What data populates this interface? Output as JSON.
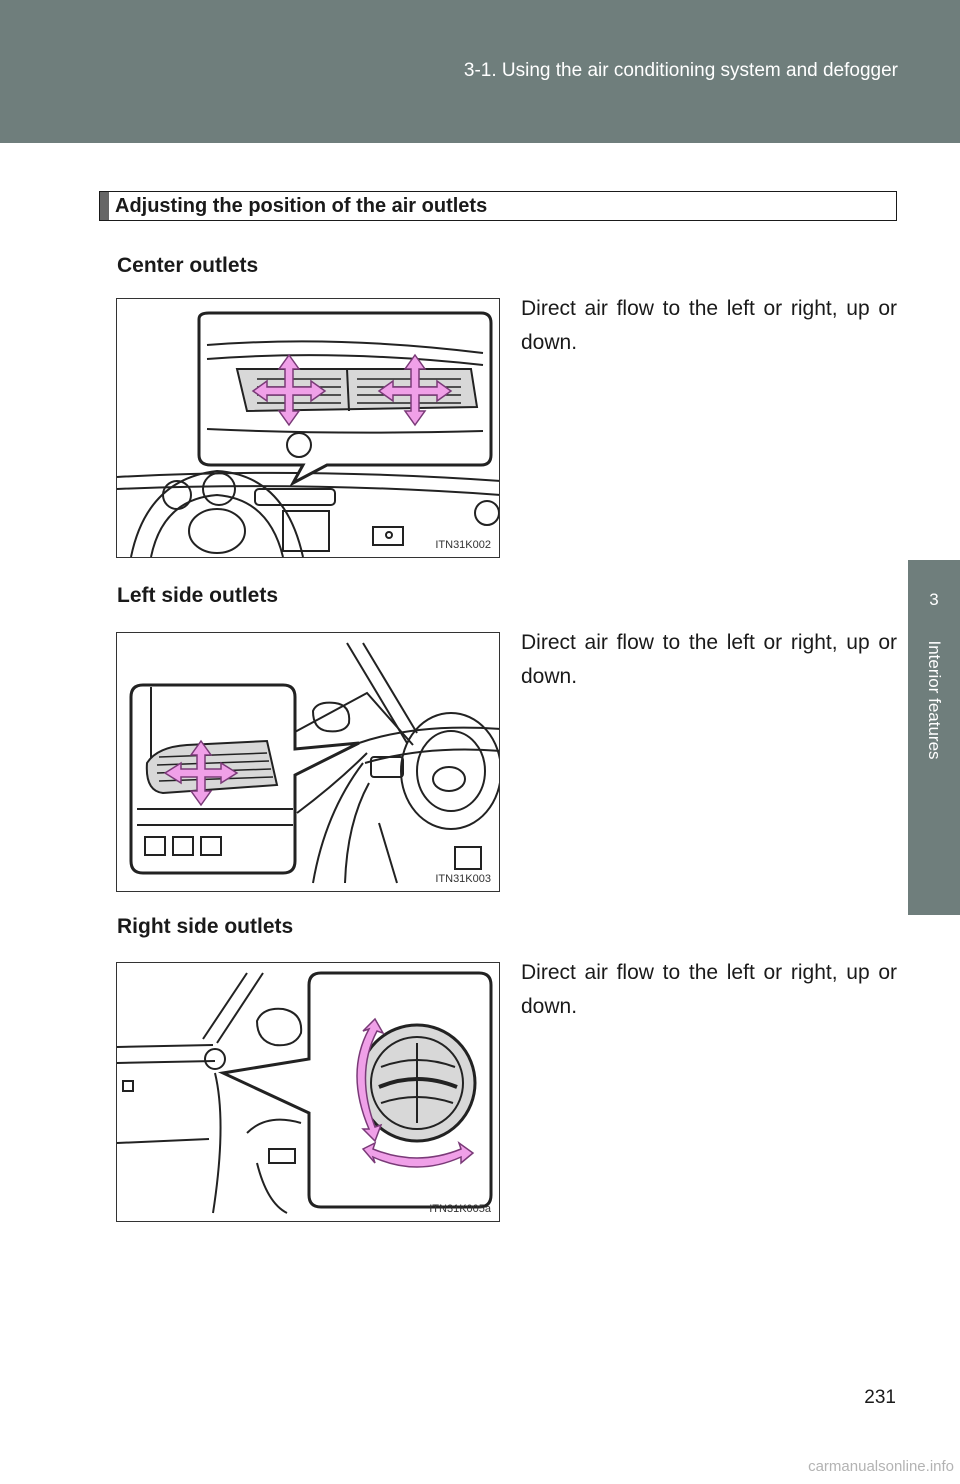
{
  "header": {
    "title": "3-1. Using the air conditioning system and defogger"
  },
  "side_tab": {
    "number": "3",
    "label": "Interior features"
  },
  "section": {
    "title": "Adjusting the position of the air outlets",
    "items": [
      {
        "heading": "Center outlets",
        "text": "Direct air flow to the left or right, up or down.",
        "figure_code": "ITN31K002"
      },
      {
        "heading": "Left side outlets",
        "text": "Direct air flow to the left or right, up or down.",
        "figure_code": "ITN31K003"
      },
      {
        "heading": "Right side outlets",
        "text": "Direct air flow to the left or right, up or down.",
        "figure_code": "ITN31K005a"
      }
    ]
  },
  "page_number": "231",
  "watermark": "carmanualsonline.info",
  "colors": {
    "header": "#6f7e7c",
    "arrow": "#f0a0e8",
    "arrow_stroke": "#7a3a78"
  }
}
